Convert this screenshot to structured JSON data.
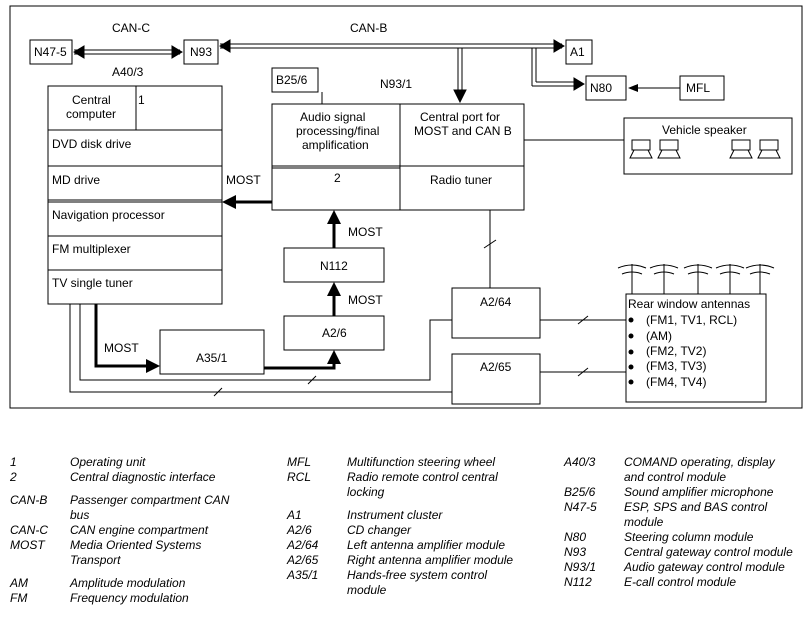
{
  "diagram": {
    "bus_labels": {
      "can_c": "CAN-C",
      "can_b": "CAN-B",
      "most": "MOST"
    },
    "nodes": {
      "n47_5": "N47-5",
      "n93": "N93",
      "a1": "A1",
      "n80": "N80",
      "mfl": "MFL",
      "a40_3": "A40/3",
      "b25_6": "B25/6",
      "n93_1": "N93/1",
      "n112": "N112",
      "a2_6": "A2/6",
      "a35_1": "A35/1",
      "a2_64": "A2/64",
      "a2_65": "A2/65"
    },
    "comand": {
      "central_computer": [
        "Central",
        "computer"
      ],
      "unit_number": "1",
      "dvd": "DVD disk drive",
      "md": "MD drive",
      "nav": "Navigation processor",
      "fm_mux": "FM multiplexer",
      "tv": "TV single tuner"
    },
    "audio_gateway": {
      "audio_processing": [
        "Audio signal",
        "processing/final",
        "amplification"
      ],
      "central_port": [
        "Central port for",
        "MOST and CAN B"
      ],
      "diag_number": "2",
      "radio_tuner": "Radio tuner"
    },
    "speaker": {
      "title": "Vehicle speaker"
    },
    "antennas": {
      "title": "Rear window antennas",
      "items": [
        "(FM1, TV1, RCL)",
        "(AM)",
        "(FM2, TV2)",
        "(FM3, TV3)",
        "(FM4, TV4)"
      ]
    }
  },
  "legend": {
    "col1": [
      {
        "key": "1",
        "desc": "Operating unit"
      },
      {
        "key": "2",
        "desc": "Central diagnostic interface"
      },
      {
        "gap": true
      },
      {
        "key": "CAN-B",
        "desc": "Passenger compartment CAN",
        "desc2": "bus"
      },
      {
        "key": "CAN-C",
        "desc": "CAN engine compartment"
      },
      {
        "key": "MOST",
        "desc": "Media Oriented Systems",
        "desc2": "Transport"
      },
      {
        "gap": true
      },
      {
        "key": "AM",
        "desc": "Amplitude modulation"
      },
      {
        "key": "FM",
        "desc": "Frequency modulation"
      }
    ],
    "col2": [
      {
        "key": "MFL",
        "desc": "Multifunction steering wheel"
      },
      {
        "key": "RCL",
        "desc": "Radio remote control central",
        "desc2": "locking"
      },
      {
        "gap": true
      },
      {
        "key": "A1",
        "desc": "Instrument cluster"
      },
      {
        "key": "A2/6",
        "desc": "CD changer"
      },
      {
        "key": "A2/64",
        "desc": "Left antenna amplifier module"
      },
      {
        "key": "A2/65",
        "desc": "Right antenna amplifier module"
      },
      {
        "key": "A35/1",
        "desc": "Hands-free system control",
        "desc2": "module"
      }
    ],
    "col3": [
      {
        "key": "A40/3",
        "desc": "COMAND operating, display",
        "desc2": "and control module"
      },
      {
        "key": "B25/6",
        "desc": "Sound amplifier microphone"
      },
      {
        "key": "N47-5",
        "desc": "ESP, SPS and BAS control",
        "desc2": "module"
      },
      {
        "key": "N80",
        "desc": "Steering column module"
      },
      {
        "key": "N93",
        "desc": "Central gateway control module"
      },
      {
        "key": "N93/1",
        "desc": "Audio gateway control module"
      },
      {
        "key": "N112",
        "desc": "E-call control module"
      }
    ]
  }
}
